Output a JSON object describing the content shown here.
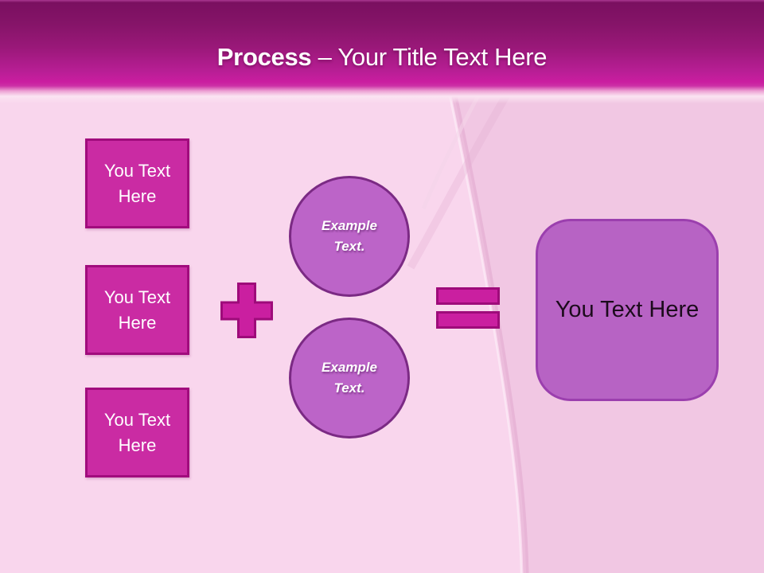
{
  "title": {
    "emphasis": "Process",
    "rest": "– Your Title Text Here"
  },
  "input_boxes": [
    {
      "label": "You Text Here"
    },
    {
      "label": "You Text Here"
    },
    {
      "label": "You Text Here"
    }
  ],
  "operators": [
    {
      "name": "plus"
    },
    {
      "name": "equals"
    }
  ],
  "example_circles": [
    {
      "label": "Example Text."
    },
    {
      "label": "Example Text."
    }
  ],
  "result_box": {
    "label": "You Text Here"
  },
  "colors": {
    "header_top_line": "#a93890",
    "header_dark": "#7a0f60",
    "header_bright": "#ca1da0",
    "background_left": "#f9d6ed",
    "background_right": "#f1c7e3",
    "box_fill": "#ca2ba3",
    "box_border": "#a10c7d",
    "operator_fill": "#ca1fa0",
    "operator_border": "#9e0b7a",
    "circle_fill": "#bc64c8",
    "circle_border": "#7b2a84",
    "result_fill": "#b763c4",
    "result_border": "#9b3fae",
    "title_text": "#ffffff",
    "box_text": "#ffffff",
    "result_text": "#1c0b1c"
  }
}
